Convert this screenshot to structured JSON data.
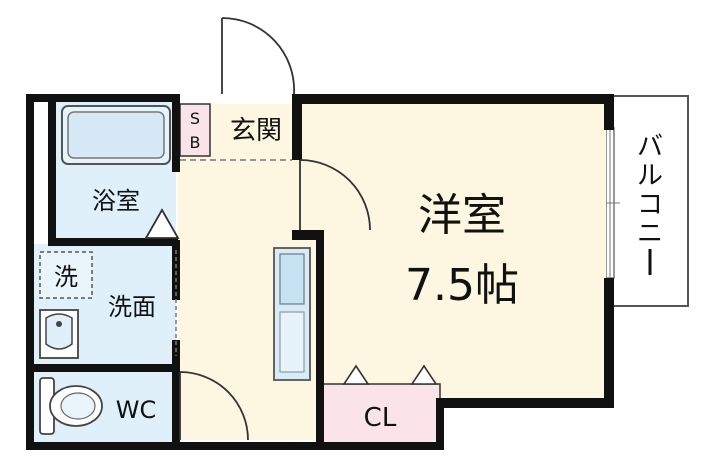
{
  "rooms": {
    "western_room": {
      "name": "洋室",
      "size": "7.5帖"
    },
    "entrance": "玄関",
    "shoe_box": "SB",
    "bathroom": "浴室",
    "washroom": "洗面",
    "washer": "洗",
    "toilet": "WC",
    "closet": "CL",
    "balcony": "バルコニー"
  },
  "colors": {
    "wall": "#111111",
    "floor_wood": "#fdf6e0",
    "wet_area": "#dff0fa",
    "closet": "#fbe3ea",
    "shoe_box": "#fbe3ea",
    "balcony": "#ffffff"
  }
}
